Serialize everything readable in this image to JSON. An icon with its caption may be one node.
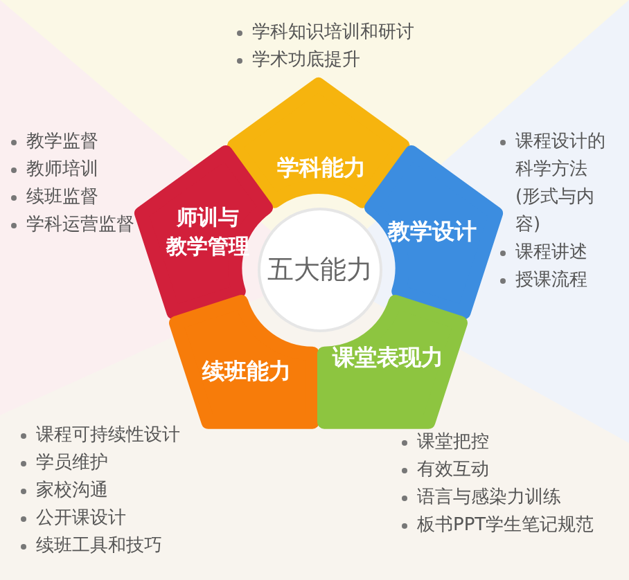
{
  "diagram": {
    "nodes": [
      {
        "text": [
          "学科能力"
        ],
        "beside": [
          "学科知识培训和研讨",
          "学术功底提升"
        ]
      },
      {
        "text": [
          "师训与教学管理"
        ],
        "beside": [
          "教学监督",
          "教师培训",
          "续班监督",
          "学科运营监督"
        ]
      },
      {
        "text": [
          "教学设计"
        ],
        "beside": [
          "课程设计的科学方法(形式与内容)",
          "课程讲述",
          "授课流程"
        ]
      },
      {
        "text": [
          "五大能力"
        ]
      },
      {
        "text": [
          "续班能力"
        ],
        "beside": [
          "课程可持续性设计",
          "学员维护",
          "家校沟通",
          "公开课设计",
          "续班工具和技巧"
        ]
      },
      {
        "text": [
          "课堂表现力"
        ],
        "beside": [
          "课堂把控",
          "有效互动",
          "语言与感染力训练",
          "板书PPT学生笔记规范"
        ]
      }
    ]
  }
}
